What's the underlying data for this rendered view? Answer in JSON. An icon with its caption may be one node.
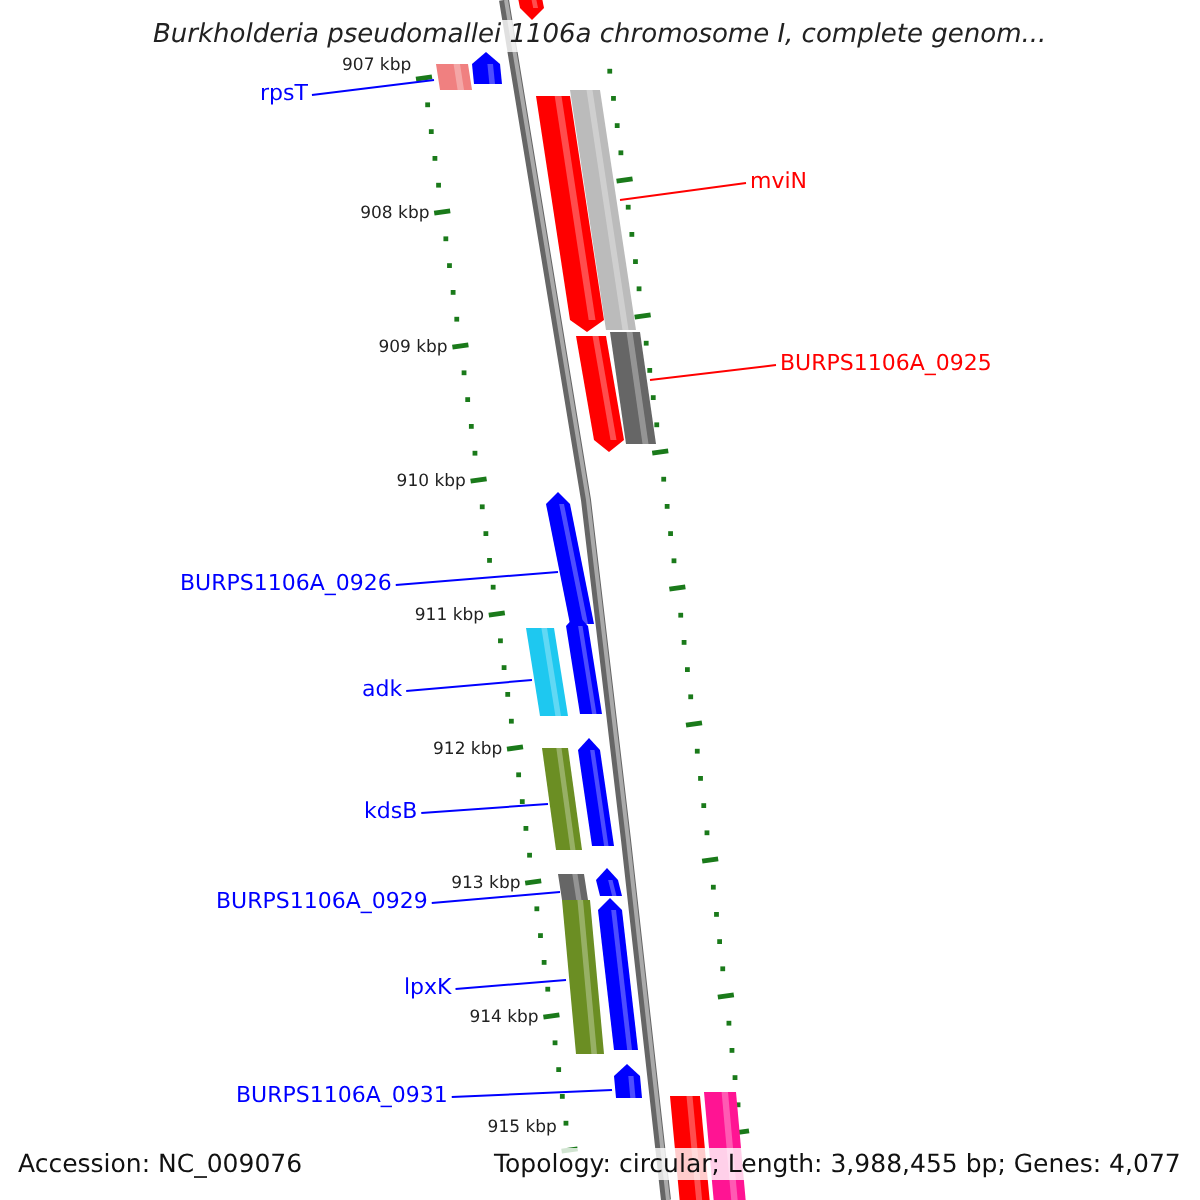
{
  "diagram": {
    "title": "Burkholderia pseudomallei 1106a chromosome I, complete genom...",
    "nodes": [
      {
        "text": [
          "rpsT"
        ]
      },
      {
        "text": [],
        "shape": "bar"
      },
      {
        "text": [
          "mviN"
        ]
      },
      {
        "text": [],
        "shape": "bar"
      },
      {
        "text": [
          "BURPS1106A_0925"
        ]
      },
      {
        "text": [],
        "shape": "bar"
      },
      {
        "text": [
          "BURPS1106A_0926"
        ]
      },
      {
        "text": [],
        "shape": "bar"
      },
      {
        "text": [
          "adk"
        ]
      },
      {
        "text": [],
        "shape": "bar"
      },
      {
        "text": [
          "kdsB"
        ]
      },
      {
        "text": [],
        "shape": "bar"
      },
      {
        "text": [
          "BURPS1106A_0929"
        ]
      },
      {
        "text": [],
        "shape": "bar"
      },
      {
        "text": [
          "lpxK"
        ]
      },
      {
        "text": [],
        "shape": "bar"
      },
      {
        "text": [
          "BURPS1106A_0931"
        ]
      },
      {
        "text": [],
        "shape": "bar"
      },
      {
        "text": [],
        "shape": "bar"
      },
      {
        "text": [],
        "shape": "bar"
      },
      {
        "text": [],
        "shape": "bar"
      },
      {
        "text": [],
        "shape": "bar"
      },
      {
        "text": [],
        "shape": "bar"
      },
      {
        "text": [],
        "shape": "bar"
      },
      {
        "text": [],
        "shape": "bar"
      },
      {
        "text": [],
        "shape": "bar"
      },
      {
        "text": [],
        "shape": "bar"
      },
      {
        "text": [],
        "shape": "bar"
      }
    ],
    "edges": [
      {
        "from": 0,
        "to": 1,
        "arrow": "none"
      },
      {
        "from": 2,
        "to": 3,
        "arrow": "none",
        "color": "#ff0000"
      },
      {
        "from": 4,
        "to": 5,
        "arrow": "none",
        "color": "#ff0000"
      },
      {
        "from": 6,
        "to": 7,
        "arrow": "none"
      },
      {
        "from": 8,
        "to": 9,
        "arrow": "none"
      },
      {
        "from": 10,
        "to": 11,
        "arrow": "none"
      },
      {
        "from": 12,
        "to": 13,
        "arrow": "none"
      },
      {
        "from": 14,
        "to": 15,
        "arrow": "none"
      },
      {
        "from": 16,
        "to": 17,
        "arrow": "none"
      }
    ],
    "labels": [
      "907 kbp",
      "908 kbp",
      "909 kbp",
      "910 kbp",
      "911 kbp",
      "912 kbp",
      "913 kbp",
      "914 kbp",
      "915 kbp",
      "Accession: NC_009076",
      "Topology: circular; Length: 3,988,455 bp; Genes: 4,077"
    ]
  }
}
